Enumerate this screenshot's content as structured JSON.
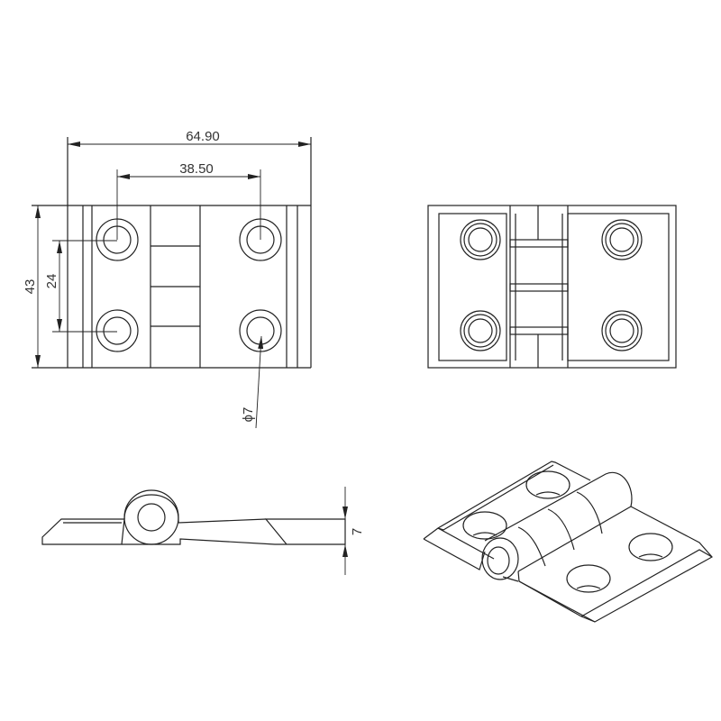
{
  "drawing": {
    "dimensions": {
      "overall_width": "64.90",
      "hole_spacing_horizontal": "38.50",
      "overall_height": "43",
      "hole_spacing_vertical": "24",
      "hole_diameter": "ϕ7",
      "thickness": "7"
    },
    "colors": {
      "line": "#222222",
      "background": "#ffffff"
    }
  }
}
